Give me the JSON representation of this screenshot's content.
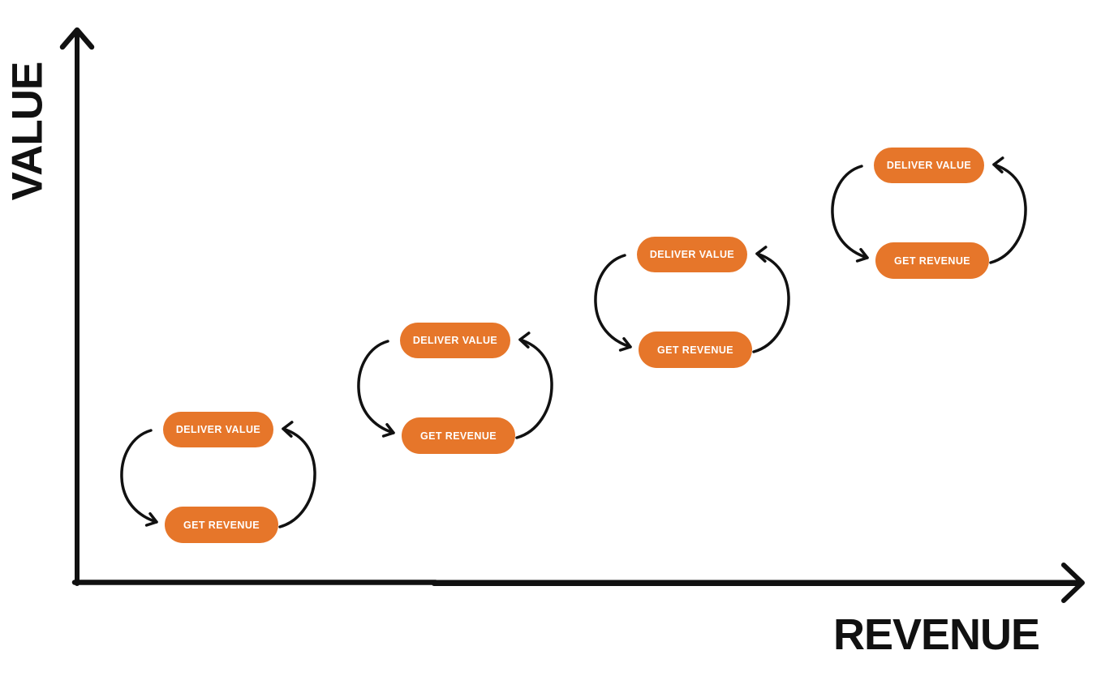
{
  "colors": {
    "pill_fill": "#E6762A",
    "pill_text": "#FFFFFF",
    "ink": "#111111",
    "seam_gray": "#9C9C9C",
    "background": "#FFFFFF"
  },
  "axes": {
    "y_label": "VALUE",
    "x_label": "REVENUE"
  },
  "cycles": [
    {
      "deliver_label": "DELIVER VALUE",
      "revenue_label": "GET REVENUE"
    },
    {
      "deliver_label": "DELIVER VALUE",
      "revenue_label": "GET REVENUE"
    },
    {
      "deliver_label": "DELIVER VALUE",
      "revenue_label": "GET REVENUE"
    },
    {
      "deliver_label": "DELIVER VALUE",
      "revenue_label": "GET REVENUE"
    }
  ]
}
